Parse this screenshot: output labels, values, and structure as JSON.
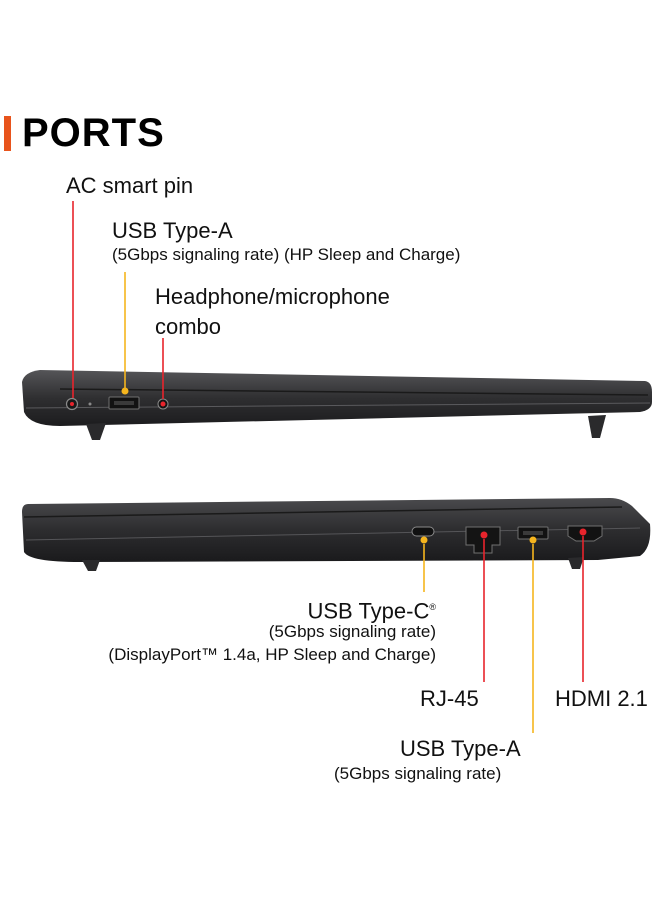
{
  "heading": {
    "title": "PORTS",
    "accent_color": "#e8541c"
  },
  "colors": {
    "red_marker": "#e8242c",
    "yellow_marker": "#f5b51e",
    "laptop_body": "#3a3a3c"
  },
  "left_side": {
    "ac_pin": {
      "label": "AC smart pin"
    },
    "usb_a": {
      "label": "USB Type-A",
      "detail": "(5Gbps signaling rate) (HP Sleep and Charge)"
    },
    "audio": {
      "label_line1": "Headphone/microphone",
      "label_line2": "combo"
    }
  },
  "right_side": {
    "usb_c": {
      "label": "USB Type-C",
      "superscript": "®",
      "detail1": "(5Gbps signaling rate)",
      "detail2": "(DisplayPort™ 1.4a, HP Sleep and Charge)"
    },
    "rj45": {
      "label": "RJ-45"
    },
    "hdmi": {
      "label": "HDMI 2.1"
    },
    "usb_a": {
      "label": "USB Type-A",
      "detail": "(5Gbps signaling rate)"
    }
  }
}
